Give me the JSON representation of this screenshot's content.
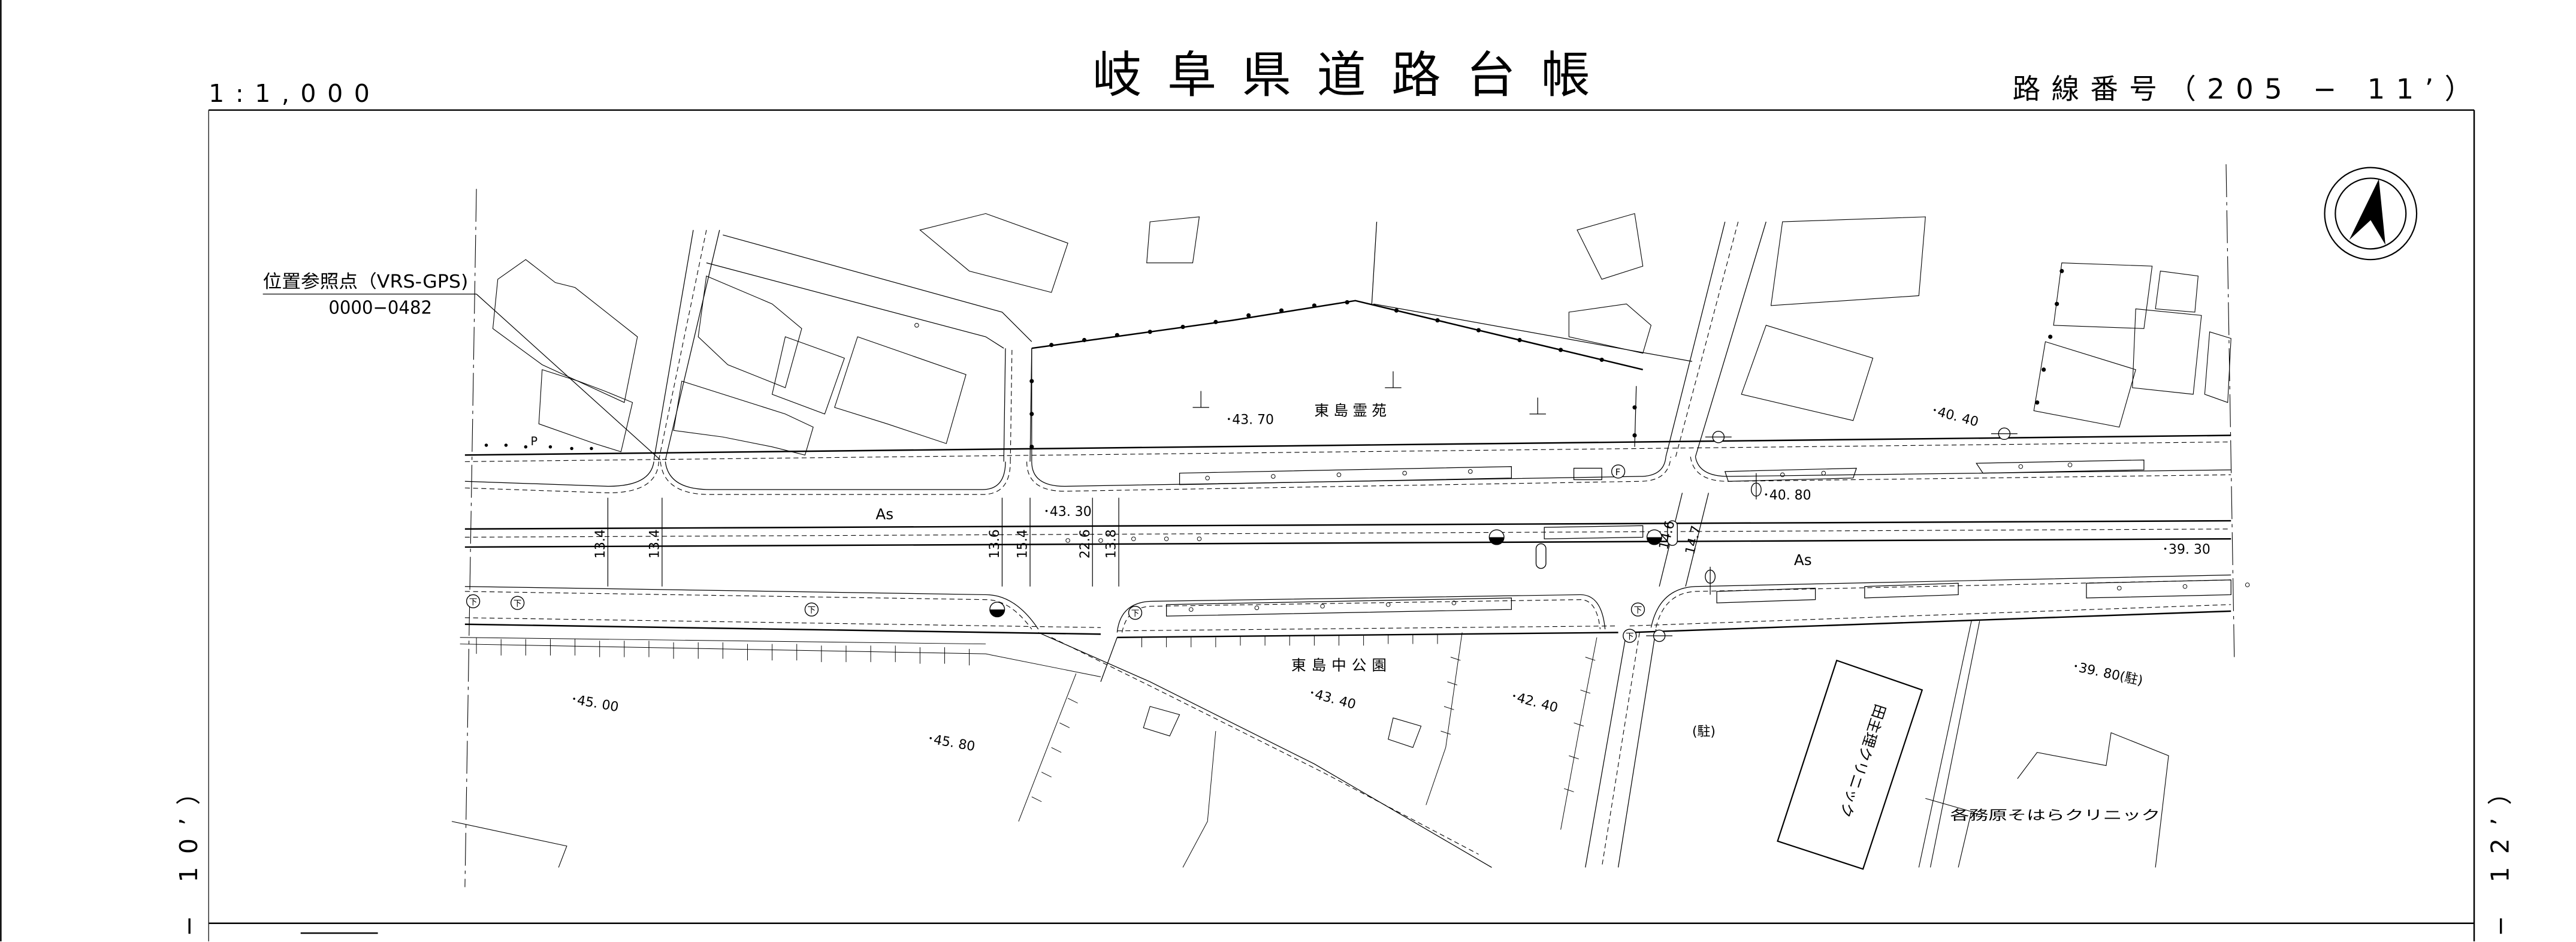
{
  "header": {
    "title": "岐阜県道路台帳",
    "scale": "1:1,000",
    "route_number": "路線番号（205 − 11’）"
  },
  "margins": {
    "left_sheet": "− 10’）",
    "right_sheet": "− 12’）"
  },
  "reference_point": {
    "label": "位置参照点（VRS-GPS)",
    "code": "0000−0482"
  },
  "map": {
    "labels": {
      "parking_p": "P",
      "surface_west": "As",
      "surface_east": "As",
      "cemetery": "東島霊苑",
      "park": "東島中公園",
      "parking_1": "(駐)",
      "clinic_sohara": "各務原そはらクリニック",
      "clinic_building": "田主理クリニック"
    },
    "elevations": {
      "e4370": "･43. 70",
      "e4330": "･43. 30",
      "e4040": "･40. 40",
      "e4080": "･40. 80",
      "e3930": "･39. 30",
      "e4340": "･43. 40",
      "e4240": "･42. 40",
      "e4500": "･45. 00",
      "e4580": "･45. 80",
      "e3980": "･39. 80(駐)"
    },
    "widths": {
      "w1": "13.4",
      "w2": "13.4",
      "w3": "13.6",
      "w4": "15.4",
      "w5": "22.6",
      "w6": "13.8",
      "w7": "14.6",
      "w8": "14.7"
    },
    "symbols": {
      "fire_hydrant": "F",
      "sewer": "下"
    }
  },
  "compass": {
    "icon": "north-arrow-icon"
  }
}
